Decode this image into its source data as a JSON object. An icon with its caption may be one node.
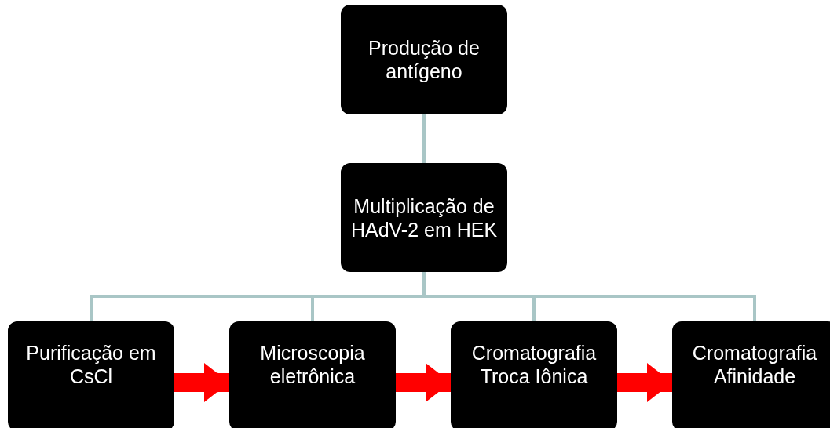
{
  "diagram": {
    "nodes": [
      {
        "text": [
          "Produção de antígeno"
        ]
      },
      {
        "text": [
          "Multiplicação de HAdV-2 em HEK"
        ]
      },
      {
        "text": [
          "Purificação em CsCl"
        ]
      },
      {
        "text": [
          "Microscopia eletrônica"
        ]
      },
      {
        "text": [
          "Cromatografia Troca Iônica"
        ]
      },
      {
        "text": [
          "Cromatografia Afinidade"
        ]
      }
    ],
    "edges": [
      {
        "from": 0,
        "to": 1,
        "arrow": "none"
      },
      {
        "from": 1,
        "to": 2,
        "arrow": "none"
      },
      {
        "from": 1,
        "to": 3,
        "arrow": "none"
      },
      {
        "from": 1,
        "to": 4,
        "arrow": "none"
      },
      {
        "from": 1,
        "to": 5,
        "arrow": "none"
      },
      {
        "from": 2,
        "to": 3,
        "arrow": "to",
        "style": "thick",
        "color": "#ff0000"
      },
      {
        "from": 3,
        "to": 4,
        "arrow": "to",
        "style": "thick",
        "color": "#ff0000"
      },
      {
        "from": 4,
        "to": 5,
        "arrow": "to",
        "style": "thick",
        "color": "#ff0000"
      }
    ]
  }
}
